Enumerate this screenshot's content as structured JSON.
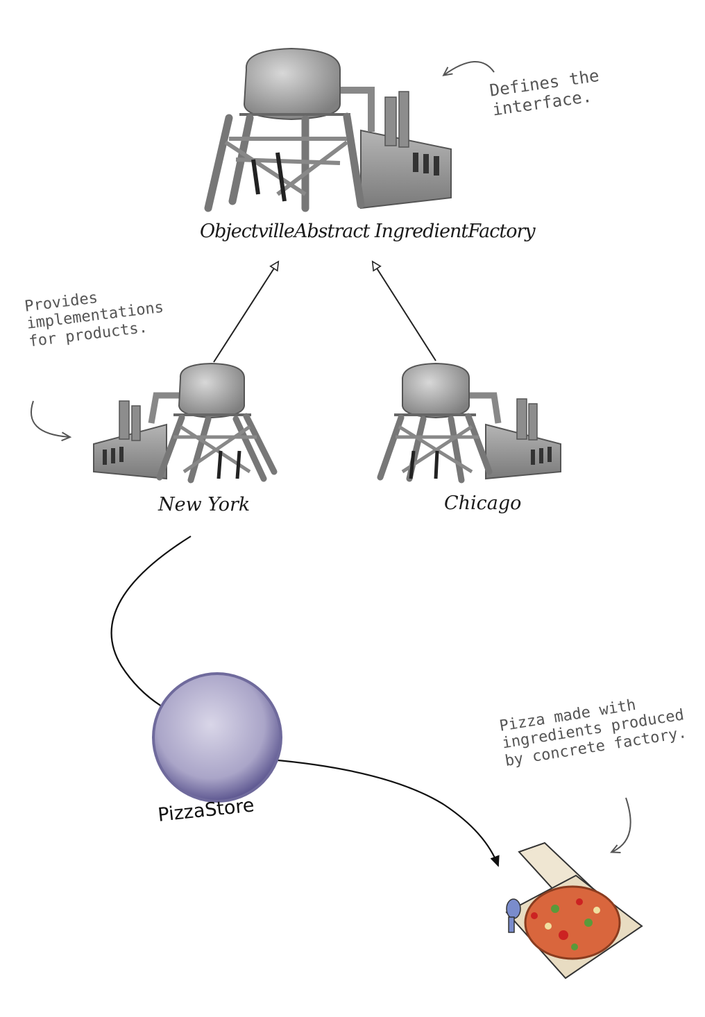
{
  "factories": {
    "abstract": {
      "label": "ObjectvilleAbstract IngredientFactory"
    },
    "new_york": {
      "label": "New York"
    },
    "chicago": {
      "label": "Chicago"
    }
  },
  "notes": {
    "interface": "Defines the\ninterface.",
    "implementations": "Provides\nimplementations\nfor products.",
    "pizza": "Pizza made with\ningredients produced\nby concrete factory."
  },
  "store": {
    "label": "PizzaStore"
  },
  "colors": {
    "ink": "#1a1a1a",
    "note": "#555555",
    "factory": "#9a9a9a",
    "store": "#6f6a9c",
    "pizza": "#d9663d"
  }
}
